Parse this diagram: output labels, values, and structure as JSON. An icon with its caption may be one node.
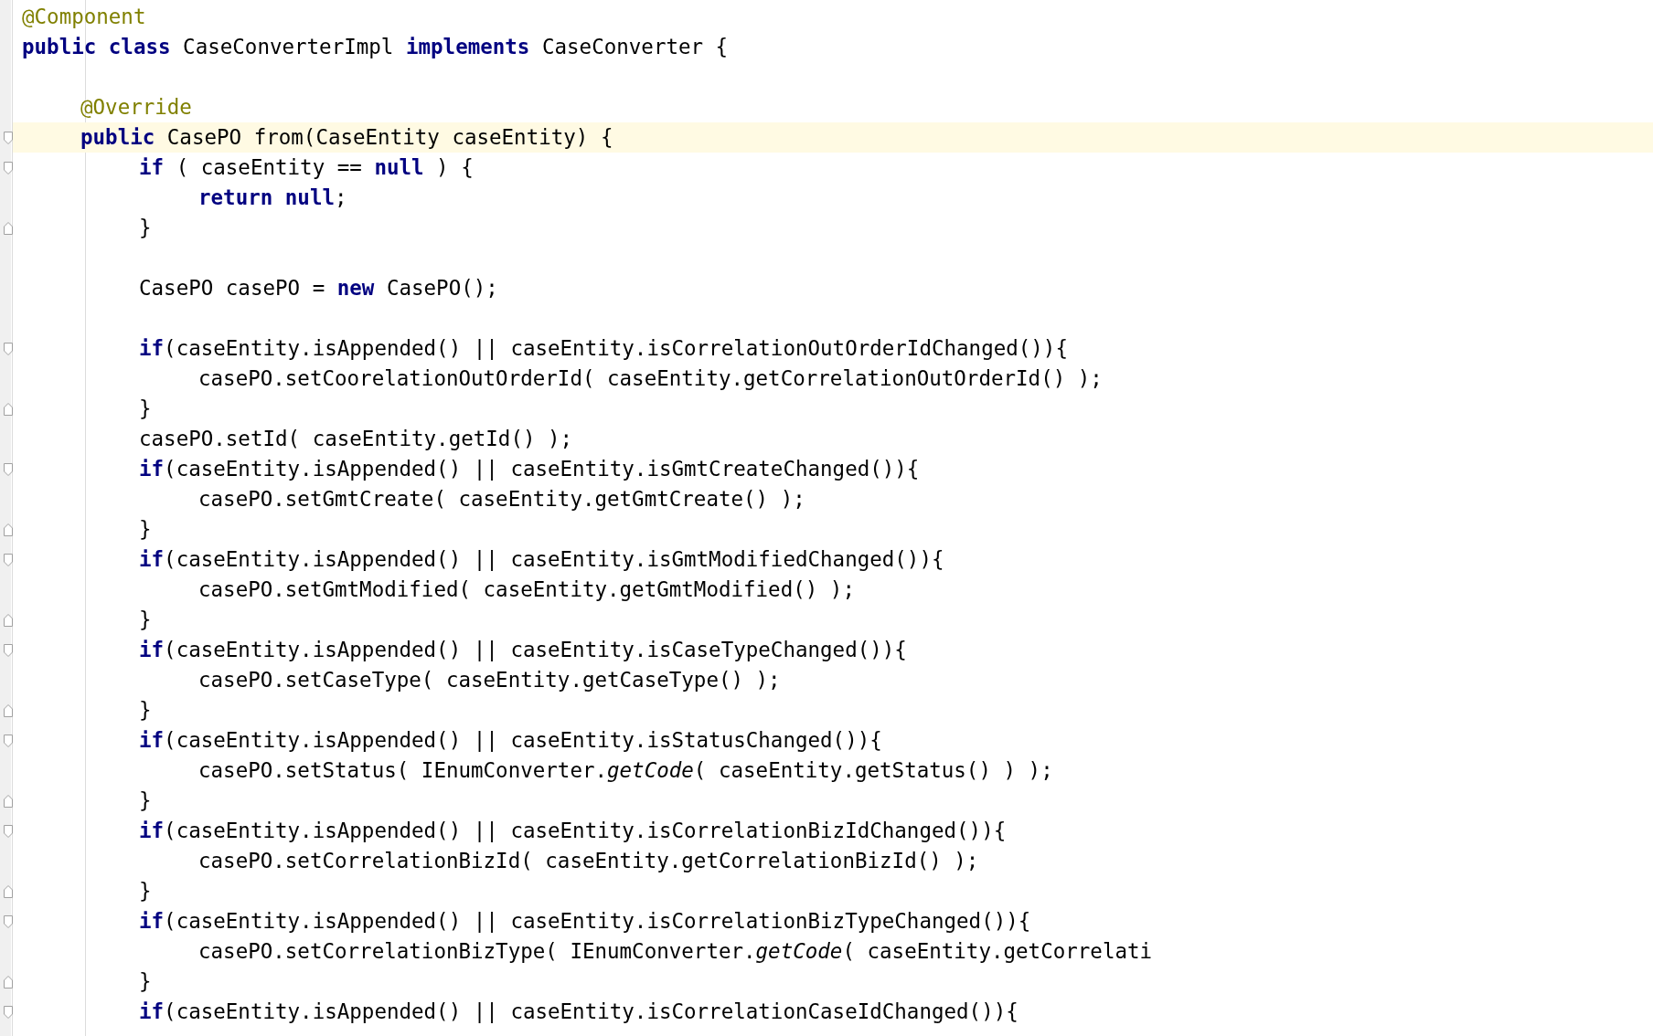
{
  "diagram": {
    "labels": [
      "@Component",
      "**public** **class** CaseConverterImpl **implements** CaseConverter {",
      "@Override",
      "**public** CasePO from(CaseEntity caseEntity) {",
      "**if** ( caseEntity == **null** ) {",
      "**return** **null**;",
      "}",
      "CasePO casePO = **new** CasePO();",
      "**if**(caseEntity.isAppended() || caseEntity.isCorrelationOutOrderIdChanged()){",
      "casePO.setCoorelationOutOrderId( caseEntity.getCorrelationOutOrderId() );",
      "}",
      "casePO.setId( caseEntity.getId() );",
      "**if**(caseEntity.isAppended() || caseEntity.isGmtCreateChanged()){",
      "casePO.setGmtCreate( caseEntity.getGmtCreate() );",
      "}",
      "**if**(caseEntity.isAppended() || caseEntity.isGmtModifiedChanged()){",
      "casePO.setGmtModified( caseEntity.getGmtModified() );",
      "}",
      "**if**(caseEntity.isAppended() || caseEntity.isCaseTypeChanged()){",
      "casePO.setCaseType( caseEntity.getCaseType() );",
      "}",
      "**if**(caseEntity.isAppended() || caseEntity.isStatusChanged()){",
      "casePO.setStatus( IEnumConverter.*getCode*( caseEntity.getStatus() ) );",
      "}",
      "**if**(caseEntity.isAppended() || caseEntity.isCorrelationBizIdChanged()){",
      "casePO.setCorrelationBizId( caseEntity.getCorrelationBizId() );",
      "}",
      "**if**(caseEntity.isAppended() || caseEntity.isCorrelationBizTypeChanged()){",
      "casePO.setCorrelationBizType( IEnumConverter.*getCode*( caseEntity.getCorrelati",
      "}",
      "**if**(caseEntity.isAppended() || caseEntity.isCorrelationCaseIdChanged()){"
    ]
  }
}
